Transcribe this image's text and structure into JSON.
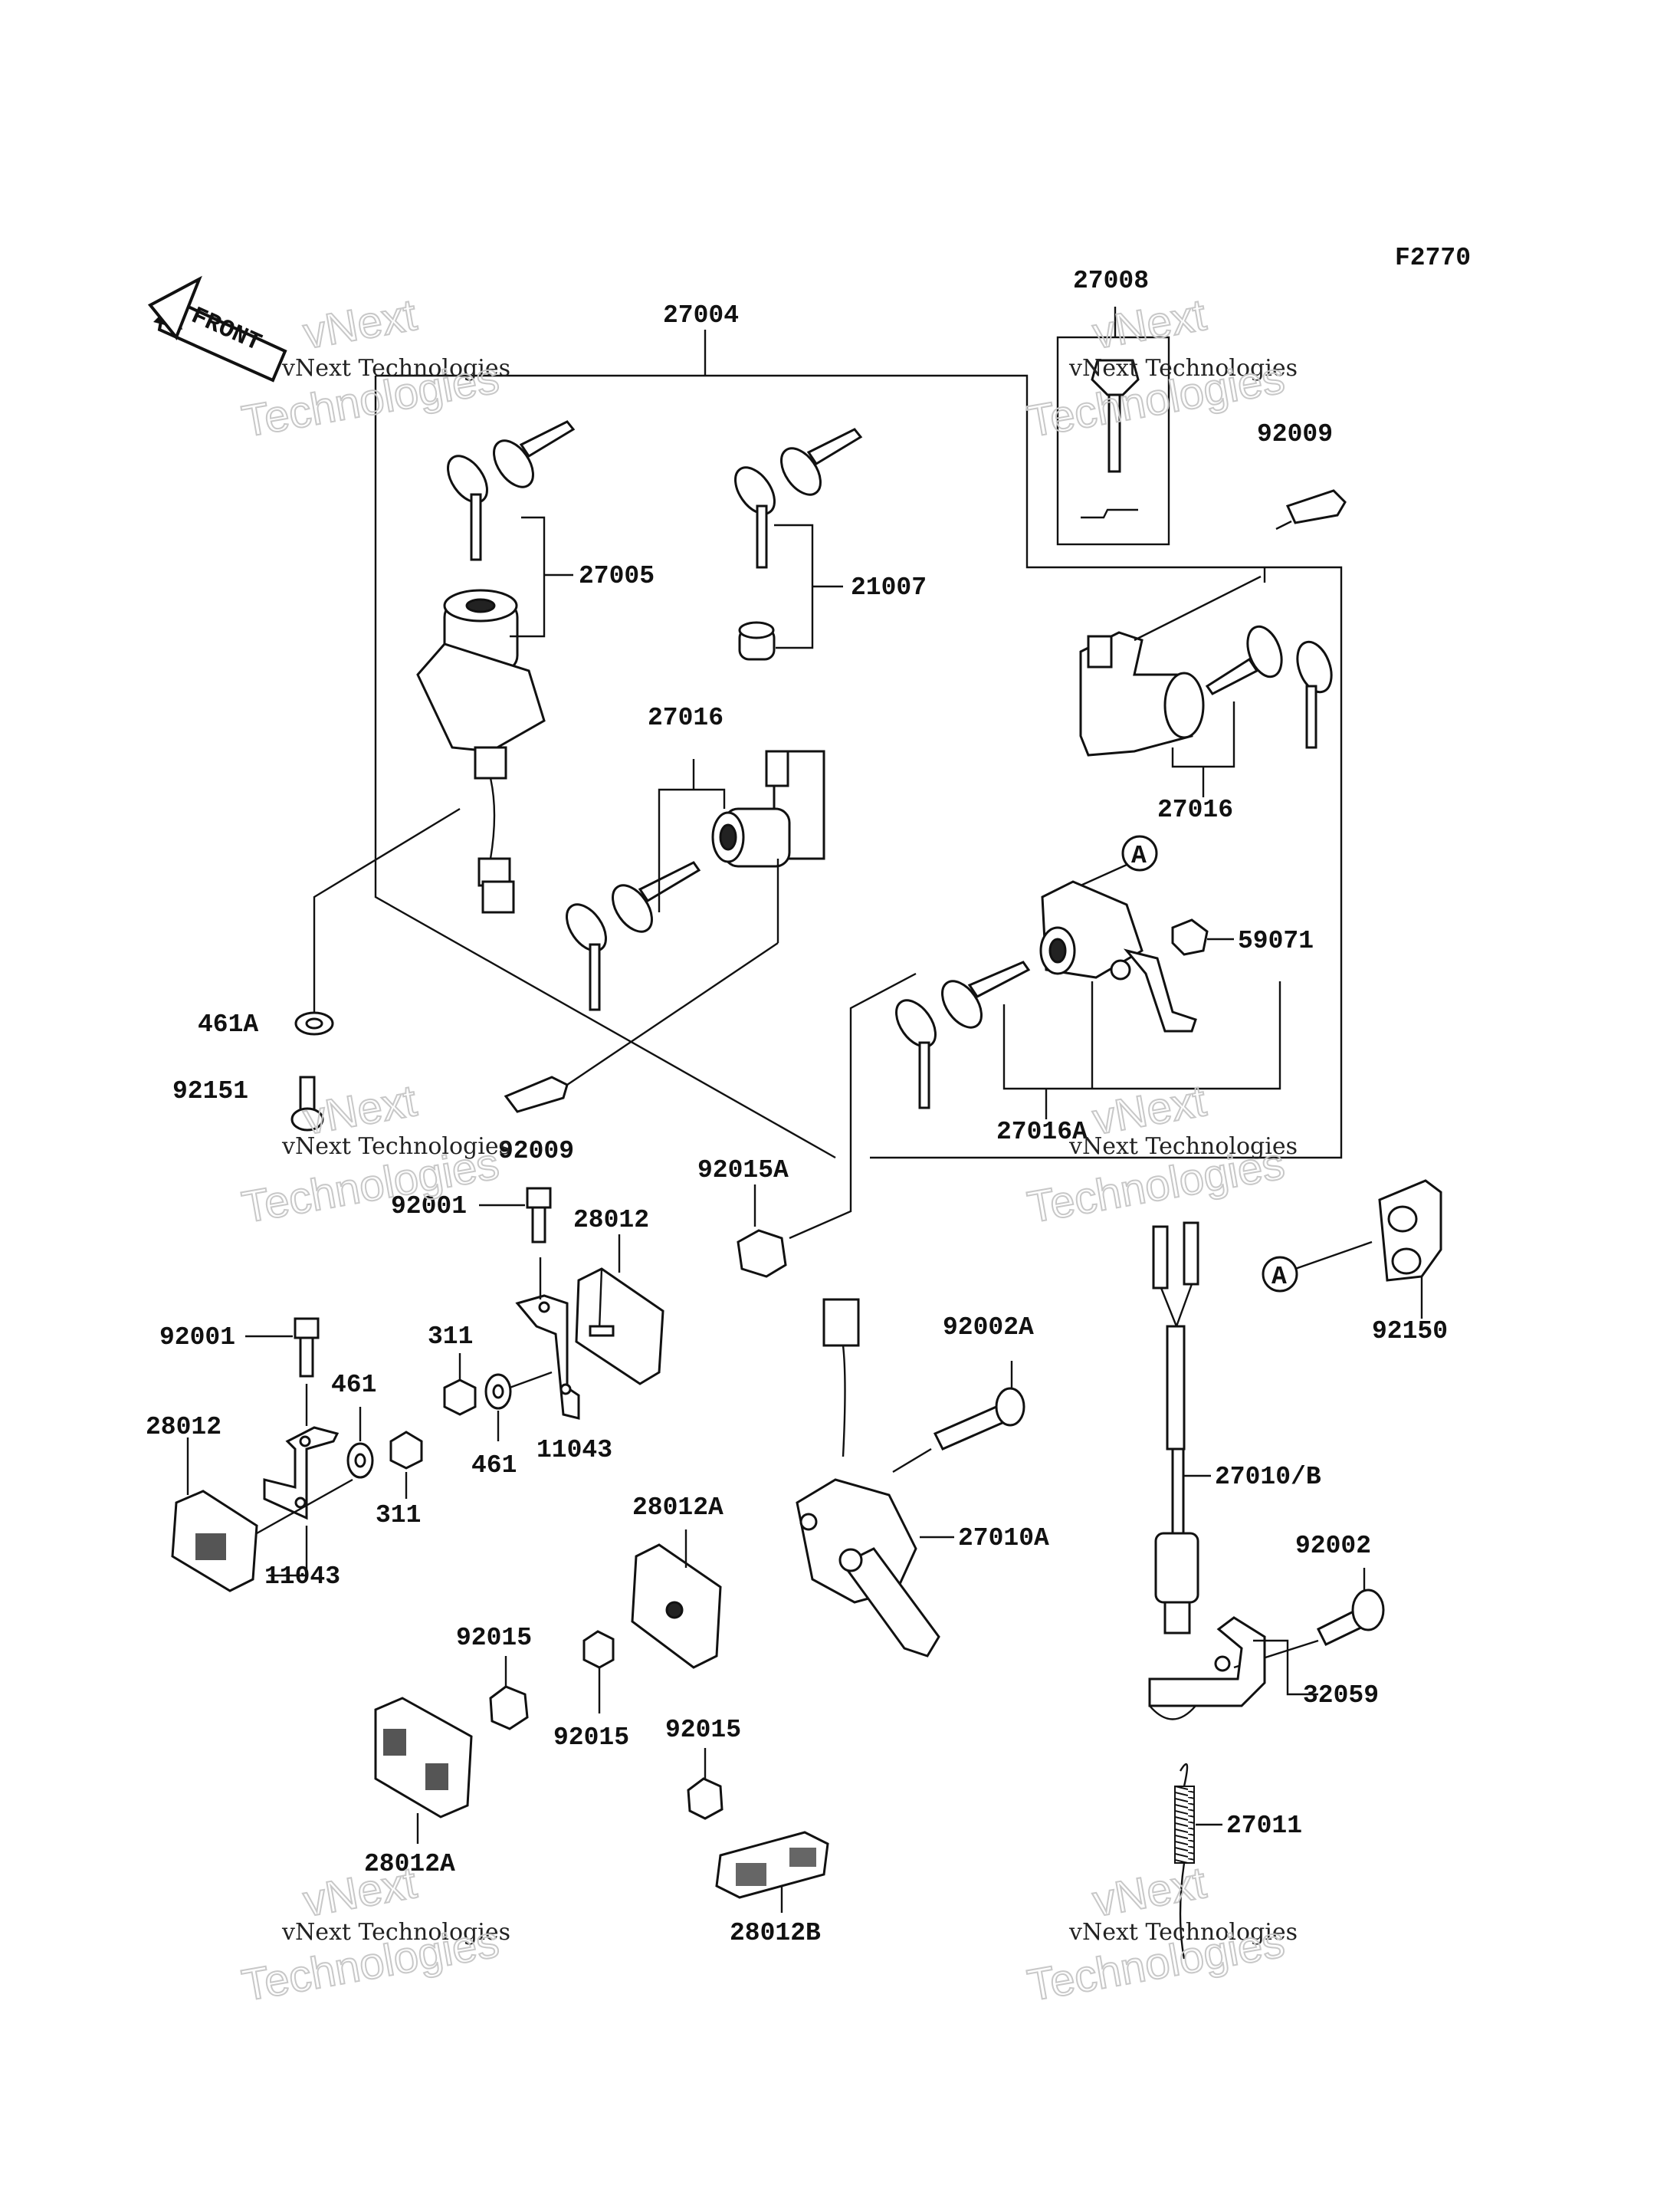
{
  "diagram": {
    "figure_code": "F2770",
    "front_label": "FRONT",
    "circle_ref": "A",
    "watermark": {
      "line1": "vNext",
      "line2": "vNext Technologies",
      "line3": "Technologies"
    },
    "part_labels": [
      "27004",
      "27008",
      "92009",
      "27005",
      "21007",
      "27016",
      "27016",
      "461A",
      "92151",
      "92009",
      "27016A",
      "59071",
      "92015A",
      "92001",
      "28012",
      "92150",
      "92001",
      "311",
      "461",
      "28012",
      "461",
      "11043",
      "311",
      "11043",
      "92002A",
      "27010/B",
      "27010A",
      "28012A",
      "92002",
      "92015",
      "92015",
      "32059",
      "92015",
      "28012A",
      "27011",
      "28012B"
    ]
  }
}
